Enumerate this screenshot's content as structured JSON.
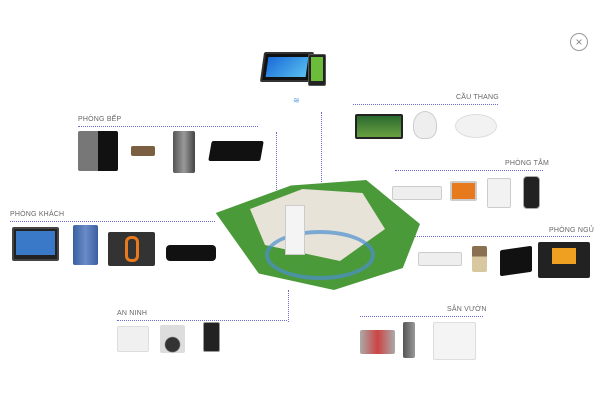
{
  "close_icon": "×",
  "groups": {
    "kitchen": "PHÒNG BẾP",
    "living": "PHÒNG KHÁCH",
    "security": "AN NINH",
    "stairs": "CẦU THANG",
    "bathroom": "PHÒNG TẮM",
    "bedroom": "PHÒNG NGỦ",
    "garden": "SÂN VƯỜN"
  },
  "colors": {
    "connector": "#6a6ad0",
    "lawn": "#4a9a3a",
    "accent": "#e87a1e"
  }
}
